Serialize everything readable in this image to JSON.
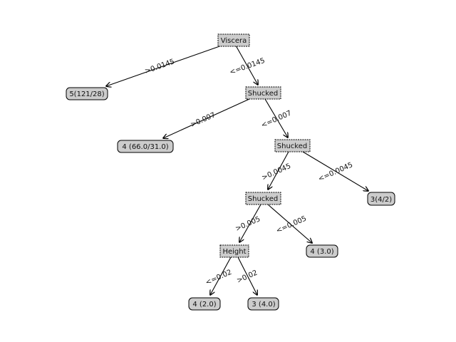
{
  "tree": {
    "nodes": [
      {
        "id": "n_viscera",
        "label": "Viscera",
        "kind": "decision"
      },
      {
        "id": "n_leaf5",
        "label": "5(121/28)",
        "kind": "leaf"
      },
      {
        "id": "n_shucked1",
        "label": "Shucked",
        "kind": "decision"
      },
      {
        "id": "n_leaf4a",
        "label": "4 (66.0/31.0)",
        "kind": "leaf"
      },
      {
        "id": "n_shucked2",
        "label": "Shucked",
        "kind": "decision"
      },
      {
        "id": "n_shucked3",
        "label": "Shucked",
        "kind": "decision"
      },
      {
        "id": "n_leaf3a",
        "label": "3(4/2)",
        "kind": "leaf"
      },
      {
        "id": "n_height",
        "label": "Height",
        "kind": "decision"
      },
      {
        "id": "n_leaf4b",
        "label": "4 (3.0)",
        "kind": "leaf"
      },
      {
        "id": "n_leaf4c",
        "label": "4 (2.0)",
        "kind": "leaf"
      },
      {
        "id": "n_leaf3b",
        "label": "3 (4.0)",
        "kind": "leaf"
      }
    ],
    "edges": [
      {
        "id": "e1",
        "from": "n_viscera",
        "to": "n_leaf5",
        "label": ">0.0145"
      },
      {
        "id": "e2",
        "from": "n_viscera",
        "to": "n_shucked1",
        "label": "<=0.0145"
      },
      {
        "id": "e3",
        "from": "n_shucked1",
        "to": "n_leaf4a",
        "label": ">0.007"
      },
      {
        "id": "e4",
        "from": "n_shucked1",
        "to": "n_shucked2",
        "label": "<=0.007"
      },
      {
        "id": "e5",
        "from": "n_shucked2",
        "to": "n_shucked3",
        "label": ">0.0045"
      },
      {
        "id": "e6",
        "from": "n_shucked2",
        "to": "n_leaf3a",
        "label": "<=0.0045"
      },
      {
        "id": "e7",
        "from": "n_shucked3",
        "to": "n_height",
        "label": ">0.005"
      },
      {
        "id": "e8",
        "from": "n_shucked3",
        "to": "n_leaf4b",
        "label": "<=0.005"
      },
      {
        "id": "e9",
        "from": "n_height",
        "to": "n_leaf4c",
        "label": "<=0.02"
      },
      {
        "id": "e10",
        "from": "n_height",
        "to": "n_leaf3b",
        "label": ">0.02"
      }
    ]
  }
}
